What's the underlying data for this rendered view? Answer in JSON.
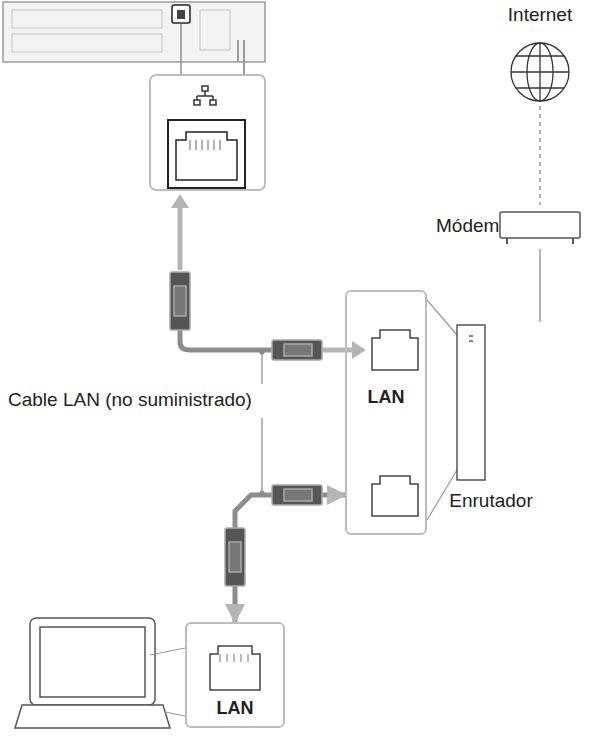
{
  "diagram": {
    "nodes": [
      {
        "text": [
          "Internet"
        ]
      },
      {
        "text": [
          "Módem"
        ]
      },
      {
        "text": [
          "Enrutador"
        ]
      },
      {
        "text": [
          "LAN"
        ]
      },
      {
        "text": [
          "LAN"
        ]
      }
    ],
    "edges": [
      {
        "from": 0,
        "to": 1,
        "arrow": "none"
      },
      {
        "from": 1,
        "to": 2,
        "arrow": "none"
      },
      {
        "from": 4,
        "to": 3,
        "arrow": "both"
      }
    ],
    "labels": [
      "Cable LAN (no suministrado)"
    ]
  }
}
